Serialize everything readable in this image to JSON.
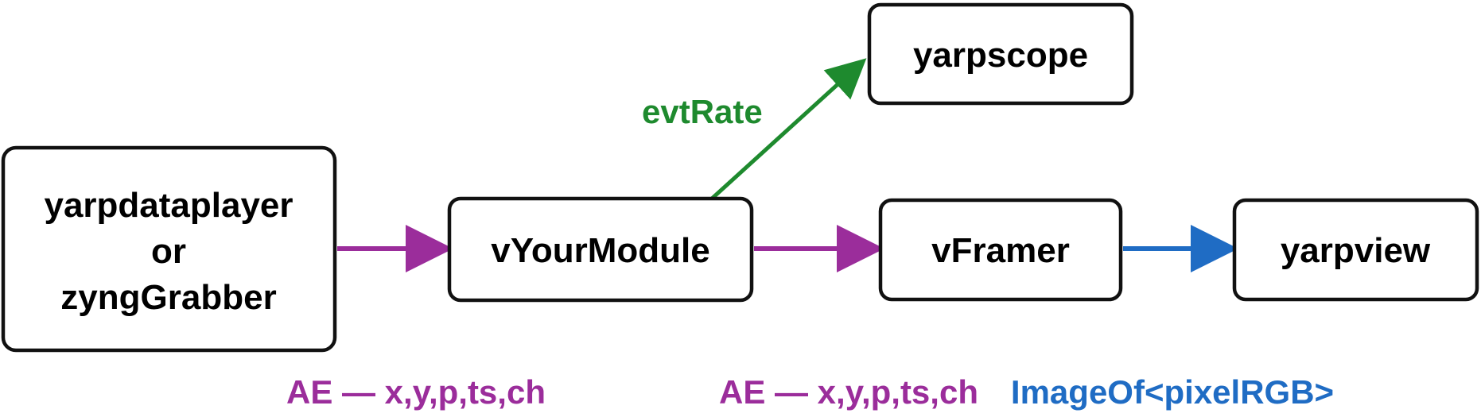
{
  "colors": {
    "ae_edge": "#9b2d9b",
    "rate_edge": "#1e8a2e",
    "image_edge": "#1f6cc4",
    "box_border": "#111111",
    "text": "#000000"
  },
  "nodes": {
    "source": {
      "lines": [
        "yarpdataplayer",
        "or",
        "zyngGrabber"
      ]
    },
    "module": {
      "label": "vYourModule"
    },
    "scope": {
      "label": "yarpscope"
    },
    "framer": {
      "label": "vFramer"
    },
    "view": {
      "label": "yarpview"
    }
  },
  "edges": {
    "source_to_module": {
      "label": "AE — x,y,p,ts,ch"
    },
    "module_to_framer": {
      "label": "AE — x,y,p,ts,ch"
    },
    "module_to_scope": {
      "label": "evtRate"
    },
    "framer_to_view": {
      "label": "ImageOf<pixelRGB>"
    }
  }
}
